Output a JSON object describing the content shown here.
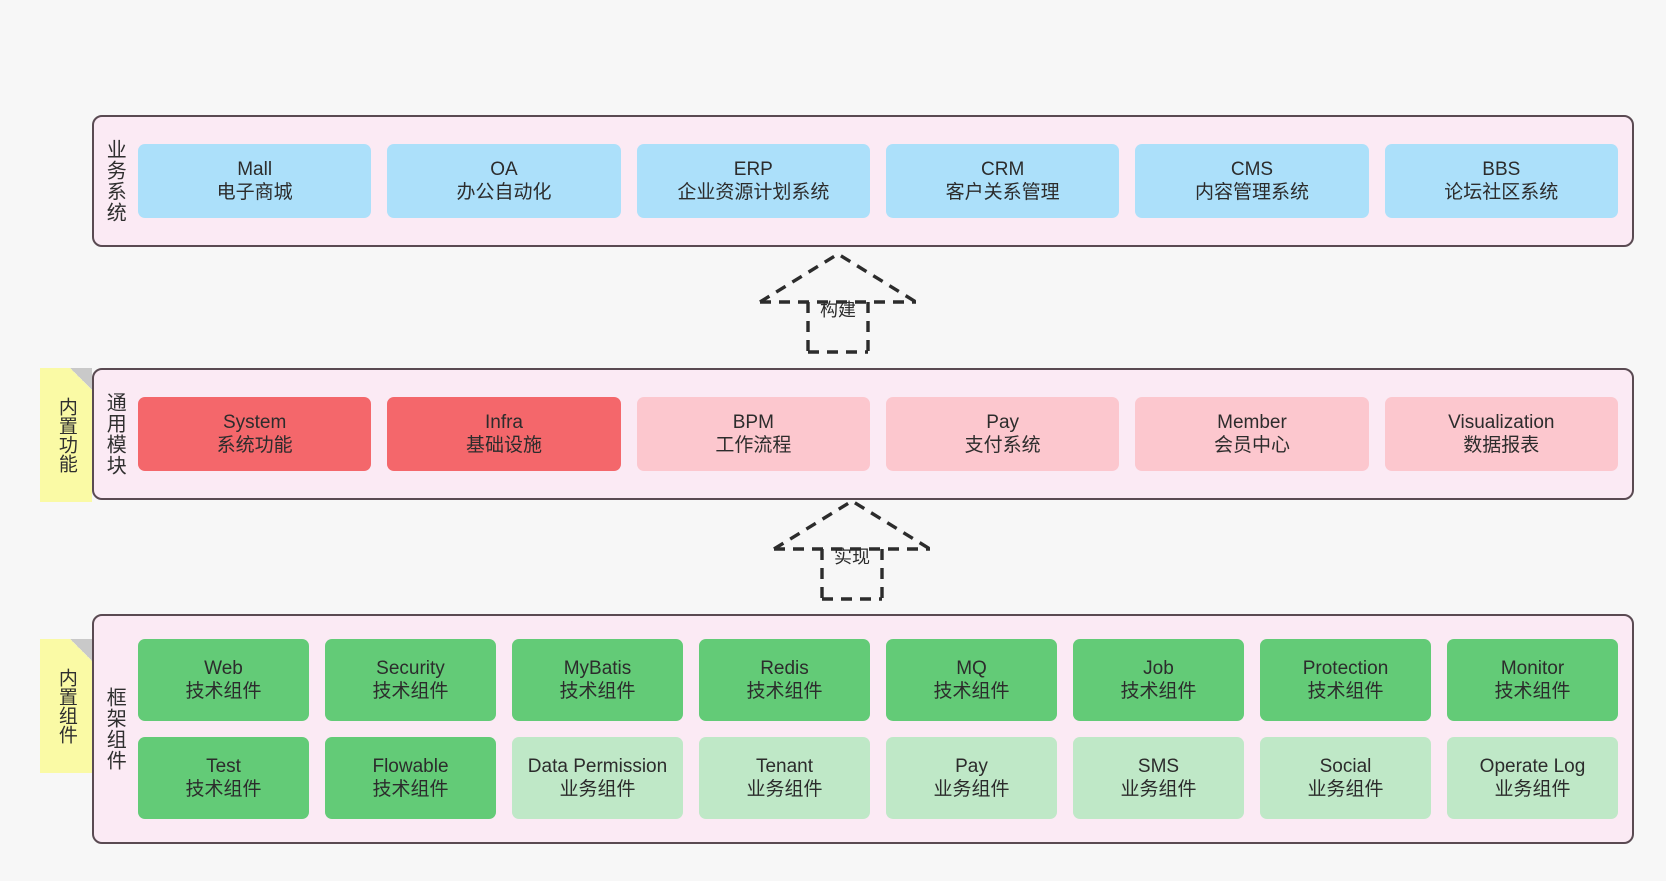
{
  "diagram": {
    "background": "#f7f7f7",
    "layer_bg": "#fbeaf4",
    "layer_border": "#5a4a52",
    "sticky_bg": "#fafaa5",
    "colors": {
      "blue": "#ace0fa",
      "red": "#f4676b",
      "pink": "#fcc7ce",
      "green": "#63cb77",
      "light_green": "#bfe8c7"
    }
  },
  "layers": [
    {
      "id": "business",
      "title": "业务系统",
      "rows": [
        [
          {
            "en": "Mall",
            "cn": "电子商城",
            "fill": "blue"
          },
          {
            "en": "OA",
            "cn": "办公自动化",
            "fill": "blue"
          },
          {
            "en": "ERP",
            "cn": "企业资源计划系统",
            "fill": "blue"
          },
          {
            "en": "CRM",
            "cn": "客户关系管理",
            "fill": "blue"
          },
          {
            "en": "CMS",
            "cn": "内容管理系统",
            "fill": "blue"
          },
          {
            "en": "BBS",
            "cn": "论坛社区系统",
            "fill": "blue"
          }
        ]
      ]
    },
    {
      "id": "common",
      "title": "通用模块",
      "sticky": "内置功能",
      "rows": [
        [
          {
            "en": "System",
            "cn": "系统功能",
            "fill": "red"
          },
          {
            "en": "Infra",
            "cn": "基础设施",
            "fill": "red"
          },
          {
            "en": "BPM",
            "cn": "工作流程",
            "fill": "pink"
          },
          {
            "en": "Pay",
            "cn": "支付系统",
            "fill": "pink"
          },
          {
            "en": "Member",
            "cn": "会员中心",
            "fill": "pink"
          },
          {
            "en": "Visualization",
            "cn": "数据报表",
            "fill": "pink"
          }
        ]
      ]
    },
    {
      "id": "framework",
      "title": "框架组件",
      "sticky": "内置组件",
      "rows": [
        [
          {
            "en": "Web",
            "cn": "技术组件",
            "fill": "green"
          },
          {
            "en": "Security",
            "cn": "技术组件",
            "fill": "green"
          },
          {
            "en": "MyBatis",
            "cn": "技术组件",
            "fill": "green"
          },
          {
            "en": "Redis",
            "cn": "技术组件",
            "fill": "green"
          },
          {
            "en": "MQ",
            "cn": "技术组件",
            "fill": "green"
          },
          {
            "en": "Job",
            "cn": "技术组件",
            "fill": "green"
          },
          {
            "en": "Protection",
            "cn": "技术组件",
            "fill": "green"
          },
          {
            "en": "Monitor",
            "cn": "技术组件",
            "fill": "green"
          }
        ],
        [
          {
            "en": "Test",
            "cn": "技术组件",
            "fill": "green"
          },
          {
            "en": "Flowable",
            "cn": "技术组件",
            "fill": "green"
          },
          {
            "en": "Data Permission",
            "cn": "业务组件",
            "fill": "light_green",
            "wrap": true
          },
          {
            "en": "Tenant",
            "cn": "业务组件",
            "fill": "light_green"
          },
          {
            "en": "Pay",
            "cn": "业务组件",
            "fill": "light_green"
          },
          {
            "en": "SMS",
            "cn": "业务组件",
            "fill": "light_green"
          },
          {
            "en": "Social",
            "cn": "业务组件",
            "fill": "light_green"
          },
          {
            "en": "Operate Log",
            "cn": "业务组件",
            "fill": "light_green"
          }
        ]
      ]
    }
  ],
  "connectors": [
    {
      "id": "build",
      "label": "构建",
      "from": "common",
      "to": "business",
      "style": "dashed-generalization"
    },
    {
      "id": "implement",
      "label": "实现",
      "from": "framework",
      "to": "common",
      "style": "dashed-generalization"
    }
  ]
}
